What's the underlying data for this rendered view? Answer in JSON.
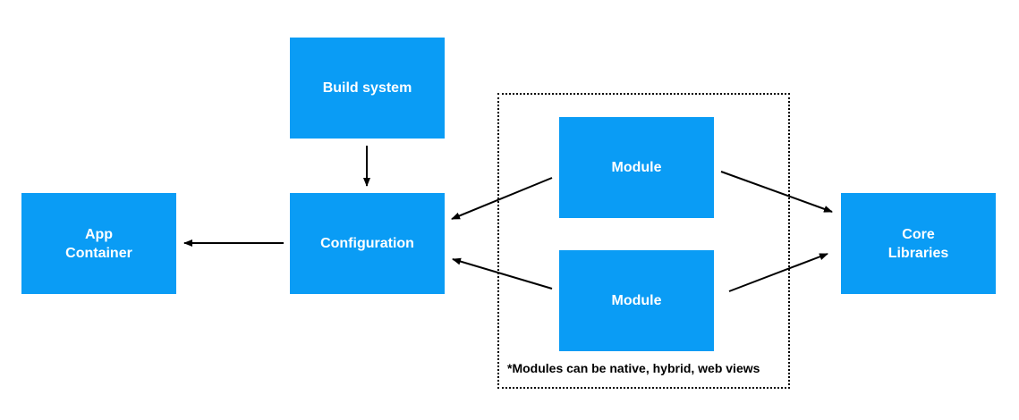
{
  "nodes": {
    "build_system": {
      "label": "Build system"
    },
    "configuration": {
      "label": "Configuration"
    },
    "app_container": {
      "line1": "App",
      "line2": "Container"
    },
    "module_top": {
      "label": "Module"
    },
    "module_bottom": {
      "label": "Module"
    },
    "core_libraries": {
      "line1": "Core",
      "line2": "Libraries"
    }
  },
  "group": {
    "note": "*Modules can be native, hybrid, web views"
  },
  "edges": [
    {
      "from": "build_system",
      "to": "configuration"
    },
    {
      "from": "configuration",
      "to": "app_container"
    },
    {
      "from": "module_top",
      "to": "configuration"
    },
    {
      "from": "module_bottom",
      "to": "configuration"
    },
    {
      "from": "module_top",
      "to": "core_libraries"
    },
    {
      "from": "module_bottom",
      "to": "core_libraries"
    }
  ],
  "colors": {
    "box_fill": "#0a9cf5",
    "box_text": "#ffffff",
    "arrow": "#000000"
  }
}
